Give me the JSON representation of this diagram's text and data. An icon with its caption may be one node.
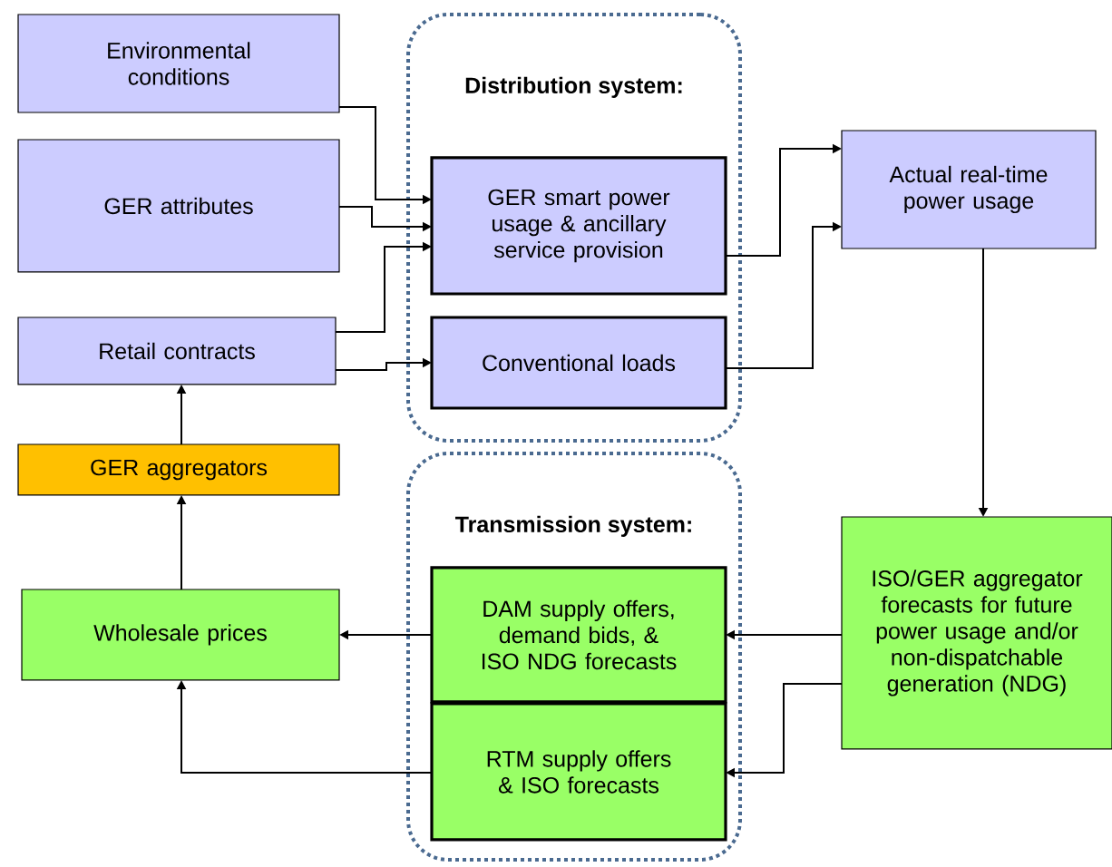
{
  "diagram": {
    "nodes": [
      {
        "text": [
          "Environmental conditions"
        ]
      },
      {
        "text": [
          "Distribution system:"
        ]
      },
      {
        "text": [
          "GER smart power usage & ancillary service provision"
        ],
        "in": 1
      },
      {
        "text": [
          "Conventional loads"
        ],
        "in": 1
      },
      {
        "text": [
          "Actual real-time power usage"
        ]
      },
      {
        "text": [
          "GER attributes"
        ]
      },
      {
        "text": [
          "Retail contracts"
        ]
      },
      {
        "text": [
          "GER aggregators"
        ]
      },
      {
        "text": [
          "Transmission system:"
        ]
      },
      {
        "text": [
          "DAM supply offers, demand bids, & ISO NDG forecasts"
        ],
        "in": 8
      },
      {
        "text": [
          "RTM supply offers & ISO forecasts"
        ],
        "in": 8
      },
      {
        "text": [
          "Wholesale prices"
        ]
      },
      {
        "text": [
          "ISO/GER aggregator forecasts for future power usage and/or non-dispatchable generation (NDG)"
        ]
      }
    ],
    "edges": [
      {
        "from": 0,
        "to": 2,
        "arrow": "to"
      },
      {
        "from": 5,
        "to": 2,
        "arrow": "to"
      },
      {
        "from": 6,
        "to": 2,
        "arrow": "to"
      },
      {
        "from": 6,
        "to": 3,
        "arrow": "to"
      },
      {
        "from": 2,
        "to": 4,
        "arrow": "to"
      },
      {
        "from": 3,
        "to": 4,
        "arrow": "to"
      },
      {
        "from": 4,
        "to": 12,
        "arrow": "to"
      },
      {
        "from": 12,
        "to": 9,
        "arrow": "to"
      },
      {
        "from": 12,
        "to": 10,
        "arrow": "to"
      },
      {
        "from": 9,
        "to": 11,
        "arrow": "to"
      },
      {
        "from": 10,
        "to": 11,
        "arrow": "to"
      },
      {
        "from": 11,
        "to": 7,
        "arrow": "to"
      },
      {
        "from": 7,
        "to": 6,
        "arrow": "to"
      }
    ]
  }
}
